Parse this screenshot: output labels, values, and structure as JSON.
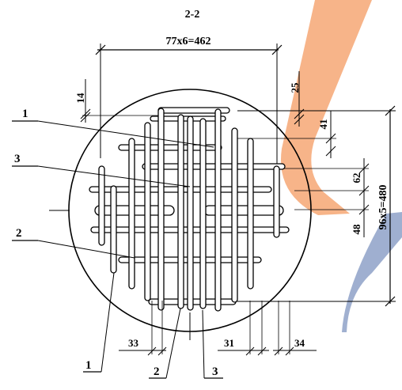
{
  "section_title": "2-2",
  "dimensions": {
    "top_width": "77x6=462",
    "right_height": "96x5=480",
    "d14": "14",
    "d25": "25",
    "d41": "41",
    "d62": "62",
    "d48": "48",
    "d33": "33",
    "d31": "31",
    "d34": "34"
  },
  "callouts": {
    "left_1": "1",
    "left_3": "3",
    "left_2": "2",
    "bottom_1": "1",
    "bottom_2": "2",
    "bottom_3": "3"
  },
  "watermark": {
    "orange": "#f6a774",
    "blue": "#8fa2c8"
  }
}
